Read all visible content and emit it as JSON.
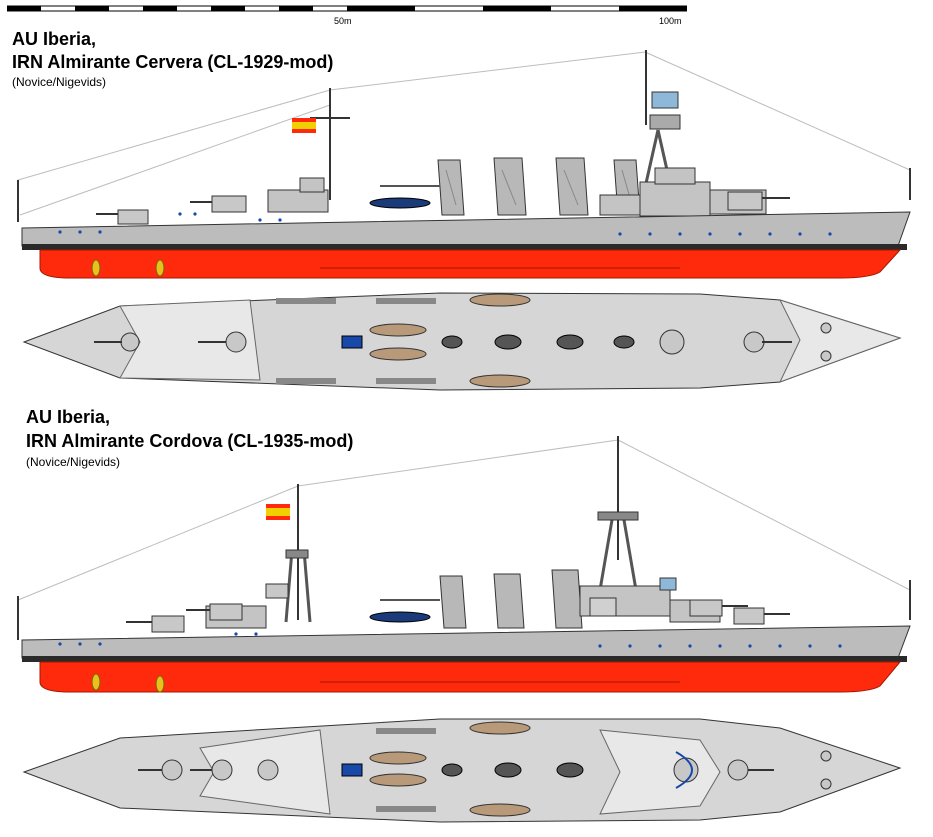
{
  "scale": {
    "label_mid": "50m",
    "label_end": "100m"
  },
  "ship1": {
    "title_line1": "AU Iberia,",
    "title_line2": "IRN Almirante Cervera (CL-1929-mod)",
    "credit": "(Novice/Nigevids)"
  },
  "ship2": {
    "title_line1": "AU Iberia,",
    "title_line2": "IRN Almirante Cordova (CL-1935-mod)",
    "credit": "(Novice/Nigevids)"
  },
  "colors": {
    "hull_grey": "#bcbcbc",
    "deck_grey": "#d6d6d6",
    "boot_black": "#2a2a2a",
    "antifoul_red": "#ff2a0c",
    "porthole_blue": "#1848a8",
    "boat_brown": "#b89a7a"
  }
}
